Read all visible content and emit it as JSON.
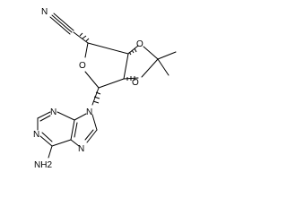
{
  "structure": {
    "type": "chemical-structure",
    "line_color": "#000000",
    "background": "#ffffff",
    "atom_labels": {
      "nitrile_n": "N",
      "ring_o_furanose": "O",
      "ring_o_dioxolane_top": "O",
      "ring_o_dioxolane_bottom": "O",
      "purine_n9": "N",
      "purine_n7": "N",
      "purine_n1": "N",
      "purine_n3": "N",
      "amine_nh2": "NH2"
    }
  }
}
